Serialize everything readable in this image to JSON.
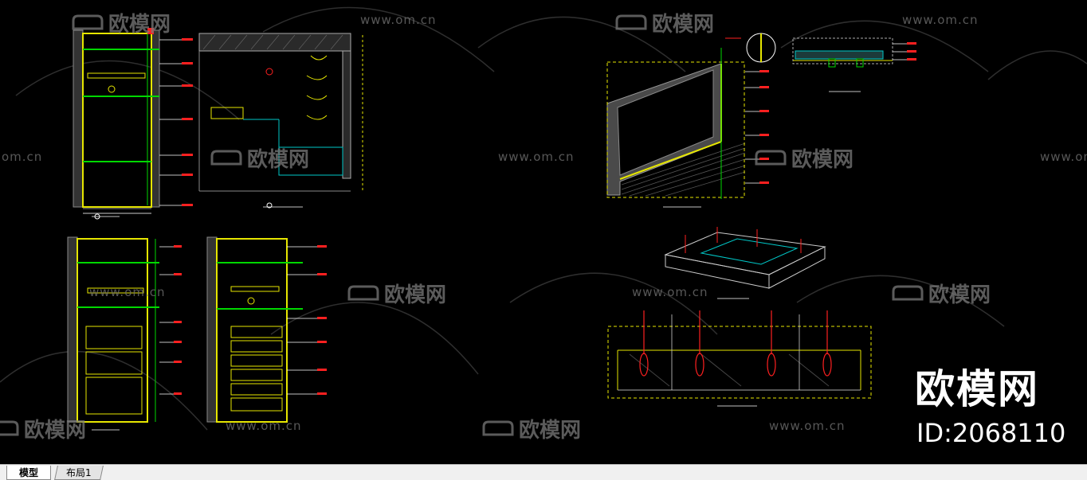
{
  "tabs": [
    {
      "label": "模型",
      "active": true
    },
    {
      "label": "布局1",
      "active": false
    }
  ],
  "watermark": {
    "url_text": "www.om.cn",
    "short_url_text": "om.cn",
    "brand_text": "欧模网"
  },
  "overlay": {
    "brand": "欧模网",
    "id_text": "ID:2068110"
  },
  "colors": {
    "background": "#000000",
    "cad_yellow": "#e6e600",
    "cad_green": "#00d800",
    "cad_cyan": "#00c8c8",
    "cad_red": "#ff2020",
    "cad_white": "#d8d8d8",
    "cad_gray": "#808080",
    "watermark": "#6d6d6d"
  }
}
